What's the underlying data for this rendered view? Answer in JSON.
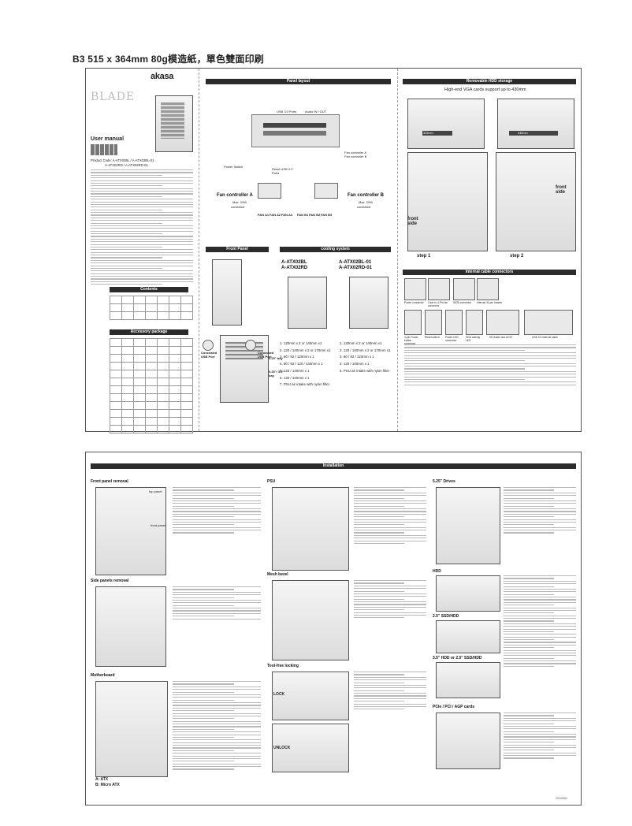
{
  "header": {
    "title": "B3 515 x 364mm 80g模造紙，單色雙面印刷"
  },
  "cover": {
    "brand": "akasa",
    "product": "BLADE",
    "user_manual": "User manual",
    "product_code_label": "Product Code: A-ATX02BL / A-ATX02BL-01",
    "product_code_line2": "A-ATX02RD / A-ATX02RD-01",
    "contents_title": "Contents",
    "accessory_title": "Accessory package"
  },
  "panel_layout": {
    "title": "Panel layout",
    "usb30": "USB 3.0 Ports",
    "audio": "Audio IN / OUT",
    "fan_ctrl_a": "Fan controller A",
    "fan_ctrl_b": "Fan controller B",
    "power_switch": "Power Switch",
    "reset_usb": "Reset USB 2.0 Ports",
    "fan_a_title": "Fan controller A",
    "fan_a_max": "Max. 20W",
    "fan_a_comb": "combined",
    "fan_b_title": "Fan controller B",
    "fan_b_max": "Max. 20W",
    "fan_b_comb": "combined",
    "fans": [
      "FAN A1",
      "FAN A2",
      "FAN A3",
      "FAN B1",
      "FAN B2",
      "FAN B3"
    ]
  },
  "front_panel": {
    "title": "Front Panel",
    "concealed_left": "Concealed USB Port",
    "concealed_right": "Concealed USB Port",
    "bay525": "5.25\" bay",
    "bay525_35": "5.25\"/ 3.5\" bay"
  },
  "cooling": {
    "title": "cooling system",
    "model_left_1": "A-ATX02BL",
    "model_left_2": "A-ATX02RD",
    "model_right_1": "A-ATX02BL-01",
    "model_right_2": "A-ATX02RD-01",
    "list_left": [
      "1. 120mm x 2 or 140mm x1",
      "2. 120 / 140mm x 2 or 170mm x1",
      "3. 80 / 92 / 120mm x 1",
      "4. 80 / 92 / 120 / 140mm x 1",
      "5. 120 / 140mm x 1",
      "6. 120 / 140mm x 1",
      "7. PSU air intake with nylon filter"
    ],
    "list_right": [
      "1. 120mm x 2 or 140mm x1",
      "2. 120 / 140mm x 2 or 170mm x1",
      "3. 80 / 92 / 120mm x 1",
      "4. 120 / 140mm x 1",
      "5. PSU air intake with nylon filter"
    ]
  },
  "hdd_storage": {
    "title": "Removable HDD storage",
    "subtitle": "High-end VGA cards support up to 430mm",
    "dim1": "325mm",
    "dim2": "430mm",
    "front_side_1": "front side",
    "front_side_2": "front side",
    "step1": "step 1",
    "step2": "step 2"
  },
  "cable": {
    "title": "Internal cable connectors",
    "labels": [
      "Power connector",
      "3-pin to 4-Pin fan connector",
      "SATA connector",
      "Internal 40-pin header",
      "4-pin Power button connector",
      "Reset switch",
      "Power LED connector",
      "HDD activity LED",
      "HD Audio and AC97",
      "USB 3.0 internal cable"
    ]
  },
  "installation": {
    "title": "Installation",
    "front_panel_removal": "Front panel removal",
    "side_panels_removal": "Side panels removal",
    "motherboard": "Motherboard",
    "mb_a": "A: ATX",
    "mb_b": "B: Micro ATX",
    "psu": "PSU",
    "mesh_bezel": "Mesh bezel",
    "toolfree": "Tool-free locking",
    "lock": "LOCK",
    "unlock": "UNLOCK",
    "drives525": "5.25\" Drives",
    "hdd": "HDD",
    "ssd": "2.5\" SSD/HDD",
    "hdd35": "3.5\" HDD or 2.5\" SSD/HDD",
    "pcie": "PCIe / PCI / AGP cards",
    "top_panel": "top panel",
    "front_panel": "front panel",
    "page_number": "20100811"
  }
}
